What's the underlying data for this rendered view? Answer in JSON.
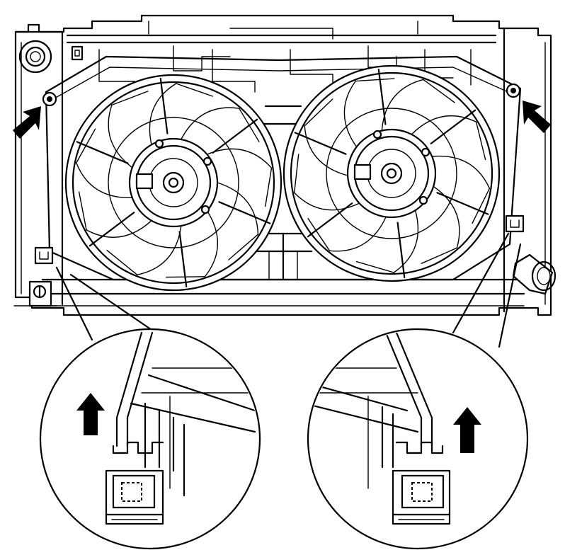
{
  "diagram": {
    "subject": "radiator-fan-shroud-assembly",
    "fan_count": 2,
    "detail_views": [
      "left-lower-clip",
      "right-lower-clip"
    ],
    "pointer_arrows": [
      "upper-left-pin",
      "upper-right-pin"
    ],
    "colors": {
      "line": "#000000",
      "background": "#ffffff"
    }
  }
}
